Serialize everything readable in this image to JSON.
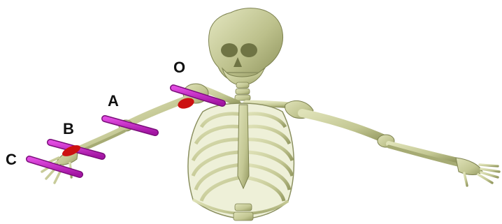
{
  "diagram": {
    "labels": {
      "o": "O",
      "a": "A",
      "b": "B",
      "c": "C"
    },
    "colors": {
      "bone": "#c8cc9a",
      "bone_shade": "#9ea36c",
      "bone_dark": "#7d8250",
      "sensor_bar": "#cc22cc",
      "joint_marker": "#cc1111",
      "label": "#111111"
    }
  }
}
